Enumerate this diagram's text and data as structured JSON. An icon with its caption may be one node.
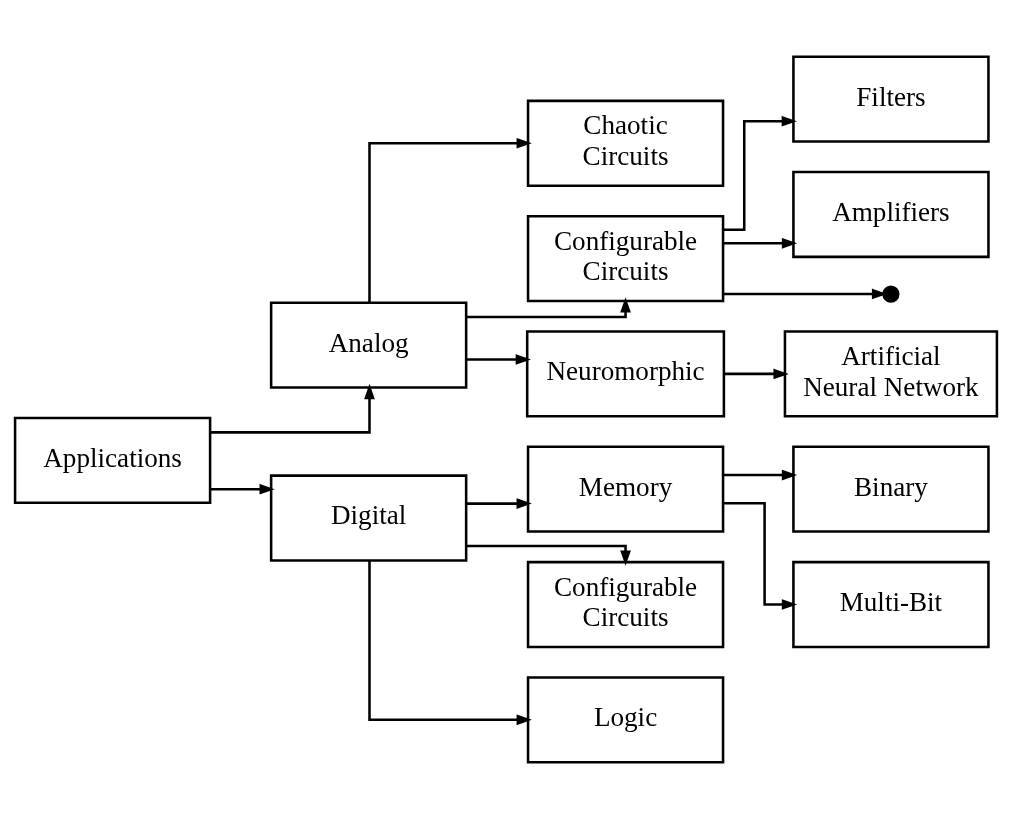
{
  "diagram": {
    "nodes": [
      {
        "text": [
          "Applications"
        ]
      },
      {
        "text": [
          "Analog"
        ]
      },
      {
        "text": [
          "Digital"
        ]
      },
      {
        "text": [
          "Chaotic Circuits"
        ]
      },
      {
        "text": [
          "Configurable Circuits"
        ]
      },
      {
        "text": [
          "Neuromorphic"
        ]
      },
      {
        "text": [
          "Filters"
        ]
      },
      {
        "text": [
          "Amplifiers"
        ]
      },
      {
        "text": [
          "Artificial Neural Network"
        ]
      },
      {
        "text": [
          "Memory"
        ]
      },
      {
        "text": [
          "Configurable Circuits"
        ]
      },
      {
        "text": [
          "Logic"
        ]
      },
      {
        "text": [
          "Binary"
        ]
      },
      {
        "text": [
          "Multi-Bit"
        ]
      },
      {
        "text": [],
        "shape": "dots"
      }
    ],
    "edges": [
      {
        "from": 0,
        "to": 1,
        "arrow": "to"
      },
      {
        "from": 0,
        "to": 2,
        "arrow": "to"
      },
      {
        "from": 1,
        "to": 3,
        "arrow": "to"
      },
      {
        "from": 1,
        "to": 4,
        "arrow": "to"
      },
      {
        "from": 1,
        "to": 5,
        "arrow": "to"
      },
      {
        "from": 4,
        "to": 14,
        "arrow": "to"
      },
      {
        "from": 4,
        "to": 6,
        "arrow": "to"
      },
      {
        "from": 4,
        "to": 7,
        "arrow": "to"
      },
      {
        "from": 5,
        "to": 8,
        "arrow": "to"
      },
      {
        "from": 2,
        "to": 9,
        "arrow": "to"
      },
      {
        "from": 2,
        "to": 10,
        "arrow": "to"
      },
      {
        "from": 2,
        "to": 11,
        "arrow": "to"
      },
      {
        "from": 9,
        "to": 12,
        "arrow": "to"
      },
      {
        "from": 9,
        "to": 13,
        "arrow": "to"
      }
    ]
  }
}
